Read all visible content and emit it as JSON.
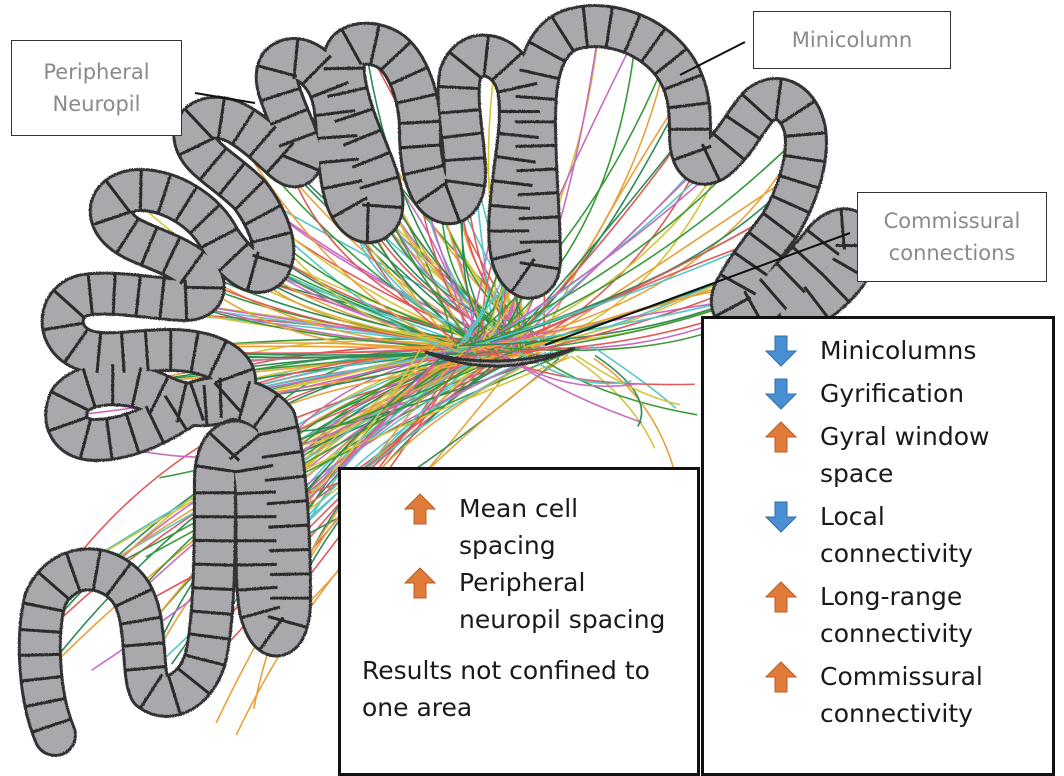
{
  "labels": {
    "peripheral": [
      "Peripheral",
      "Neuropil"
    ],
    "minicolumn": "Minicolumn",
    "commissural": [
      "Commissural",
      "connections"
    ]
  },
  "legend_mid": {
    "items": [
      {
        "direction": "up",
        "color": "#e07b39",
        "lines": [
          "Mean cell",
          "spacing"
        ]
      },
      {
        "direction": "up",
        "color": "#e07b39",
        "lines": [
          "Peripheral",
          "neuropil spacing"
        ]
      }
    ],
    "note": [
      "Results not confined to",
      "one area"
    ]
  },
  "legend_right": {
    "items": [
      {
        "direction": "down",
        "color": "#4a8fd4",
        "lines": [
          "Minicolumns"
        ]
      },
      {
        "direction": "down",
        "color": "#4a8fd4",
        "lines": [
          "Gyrification"
        ]
      },
      {
        "direction": "up",
        "color": "#e07b39",
        "lines": [
          "Gyral window",
          "space"
        ]
      },
      {
        "direction": "down",
        "color": "#4a8fd4",
        "lines": [
          "Local",
          "connectivity"
        ]
      },
      {
        "direction": "up",
        "color": "#e07b39",
        "lines": [
          "Long-range",
          "connectivity"
        ]
      },
      {
        "direction": "up",
        "color": "#e07b39",
        "lines": [
          "Commissural",
          "connectivity"
        ]
      }
    ]
  },
  "colors": {
    "cortex_fill": "#a9a9ad",
    "cortex_edge": "#333333",
    "fibers": [
      "#e9a23b",
      "#2e8b57",
      "#e05a5a",
      "#56c5c9",
      "#d4c43a",
      "#c86bc0",
      "#3a9a3a"
    ]
  }
}
